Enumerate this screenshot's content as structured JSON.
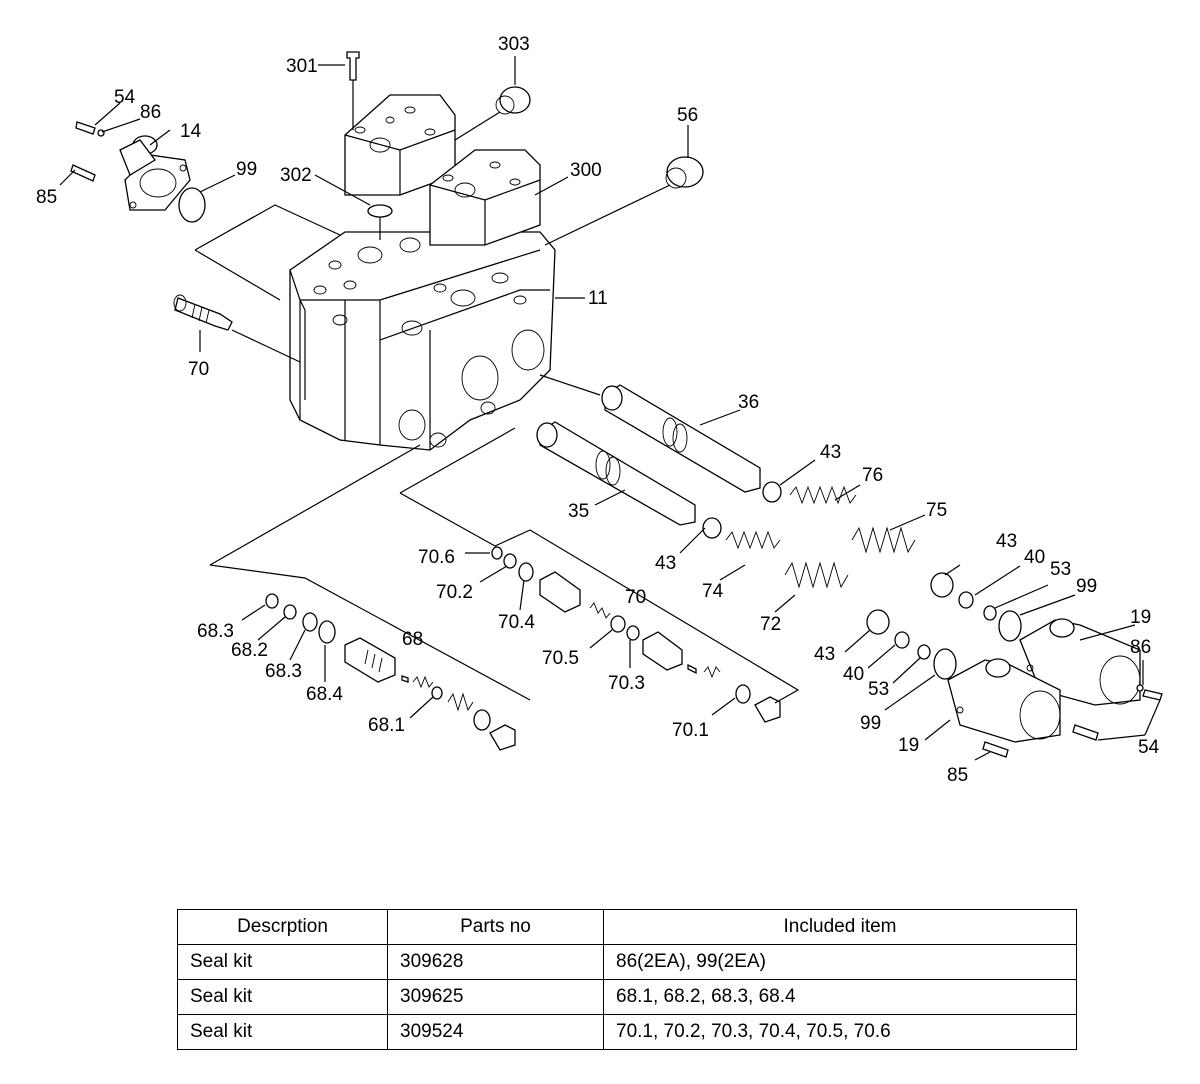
{
  "diagram": {
    "callouts": {
      "c301": "301",
      "c303": "303",
      "c54a": "54",
      "c86a": "86",
      "c14": "14",
      "c99a": "99",
      "c85a": "85",
      "c302": "302",
      "c300": "300",
      "c56": "56",
      "c11": "11",
      "c70a": "70",
      "c36": "36",
      "c43a": "43",
      "c76": "76",
      "c35": "35",
      "c75": "75",
      "c43b": "43",
      "c74": "74",
      "c72": "72",
      "c70_6": "70.6",
      "c70_2": "70.2",
      "c70b": "70",
      "c70_4": "70.4",
      "c70_5": "70.5",
      "c70_3": "70.3",
      "c70_1": "70.1",
      "c68_3a": "68.3",
      "c68_2": "68.2",
      "c68_3b": "68.3",
      "c68": "68",
      "c68_4": "68.4",
      "c68_1": "68.1",
      "c43c": "43",
      "c40a": "40",
      "c53a": "53",
      "c99b": "99",
      "c19a": "19",
      "c86b": "86",
      "c43d": "43",
      "c40b": "40",
      "c53b": "53",
      "c99c": "99",
      "c19b": "19",
      "c54b": "54",
      "c85b": "85"
    }
  },
  "table": {
    "headers": [
      "Descrption",
      "Parts no",
      "Included item"
    ],
    "rows": [
      [
        "Seal kit",
        "309628",
        "86(2EA), 99(2EA)"
      ],
      [
        "Seal kit",
        "309625",
        "68.1, 68.2, 68.3, 68.4"
      ],
      [
        "Seal kit",
        "309524",
        "70.1, 70.2, 70.3, 70.4, 70.5, 70.6"
      ]
    ]
  }
}
